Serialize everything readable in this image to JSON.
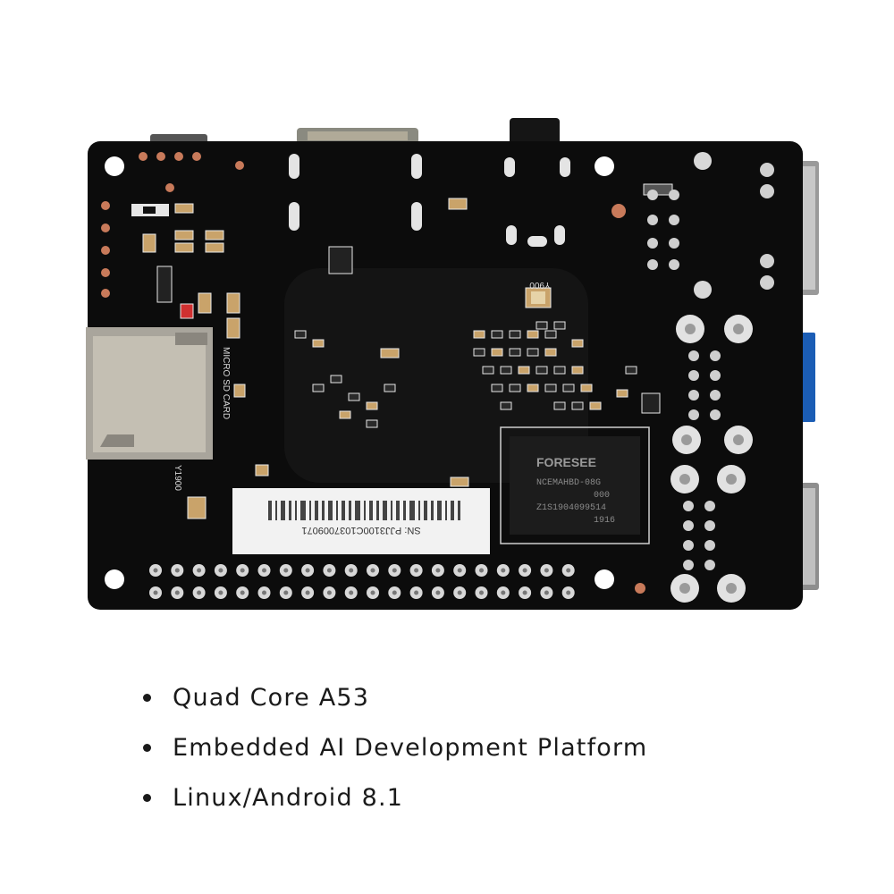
{
  "product_photo": {
    "silkscreen": {
      "sd_slot": "MICRO SD CARD",
      "crystal_main": "Y900",
      "crystal_side": "Y1900"
    },
    "emmc_chip": {
      "brand": "FORESEE",
      "part": "NCEMAHBD-08G",
      "code": "000",
      "serial": "Z1S1904099514",
      "date": "1916"
    },
    "serial_label": {
      "sn_line": "SN: PJJ3100C1037009071"
    }
  },
  "features": {
    "items": [
      "Quad Core A53",
      "Embedded AI Development Platform",
      "Linux/Android 8.1"
    ]
  }
}
